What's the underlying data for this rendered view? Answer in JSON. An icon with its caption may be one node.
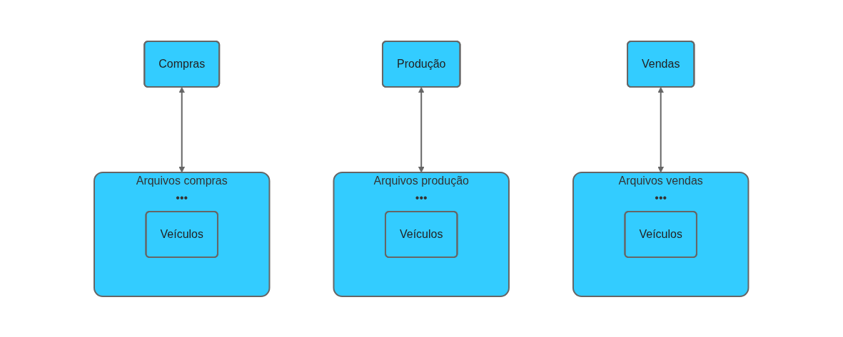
{
  "diagram": {
    "nodes": [
      {
        "text": [
          "Compras"
        ]
      },
      {
        "text": [
          "Produção"
        ]
      },
      {
        "text": [
          "Vendas"
        ]
      },
      {
        "text": [
          "Arquivos compras",
          "•••"
        ]
      },
      {
        "text": [
          "Veículos"
        ],
        "in": 3
      },
      {
        "text": [
          "Arquivos produção",
          "•••"
        ]
      },
      {
        "text": [
          "Veículos"
        ],
        "in": 5
      },
      {
        "text": [
          "Arquivos vendas",
          "•••"
        ]
      },
      {
        "text": [
          "Veículos"
        ],
        "in": 7
      }
    ],
    "edges": [
      {
        "from": 0,
        "to": 3,
        "arrow": "both"
      },
      {
        "from": 1,
        "to": 5,
        "arrow": "both"
      },
      {
        "from": 2,
        "to": 7,
        "arrow": "both"
      }
    ]
  }
}
